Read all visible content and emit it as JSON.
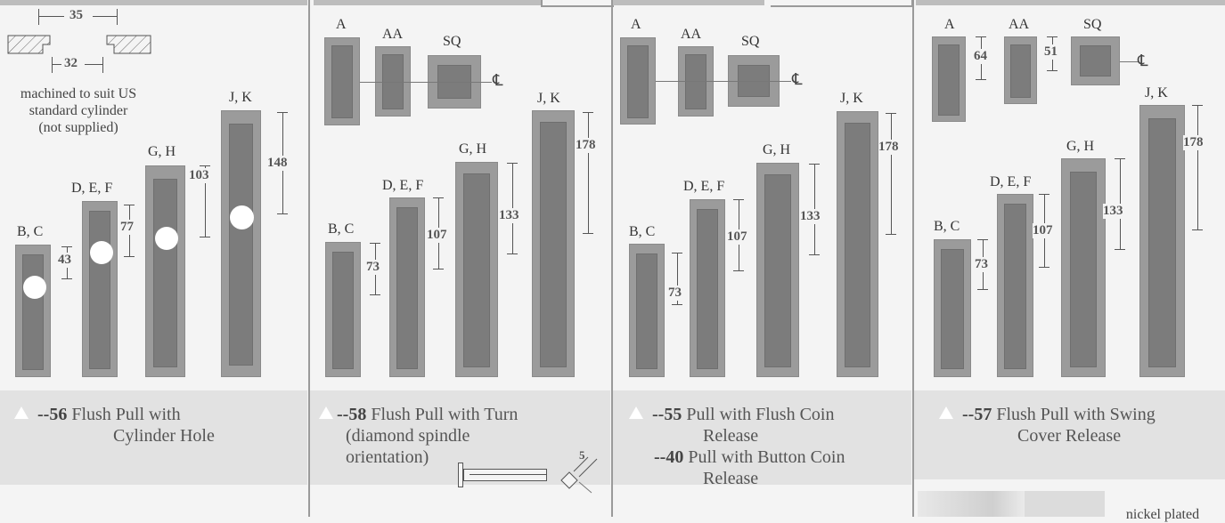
{
  "col1": {
    "dims": {
      "d35": "35",
      "d32": "32",
      "d43": "43",
      "d77": "77",
      "d103": "103",
      "d148": "148"
    },
    "note": [
      "machined to suit US",
      "standard cylinder",
      "(not supplied)"
    ],
    "labels": {
      "bc": "B, C",
      "def": "D, E, F",
      "gh": "G, H",
      "jk": "J, K"
    },
    "code": "--56",
    "title_a": "Flush Pull with",
    "title_b": "Cylinder Hole"
  },
  "col2": {
    "labels": {
      "a": "A",
      "aa": "AA",
      "sq": "SQ",
      "bc": "B, C",
      "def": "D, E, F",
      "gh": "G, H",
      "jk": "J, K"
    },
    "dims": {
      "d73": "73",
      "d107": "107",
      "d133": "133",
      "d178": "178",
      "d5": "5"
    },
    "code": "--58",
    "title_a": "Flush Pull with Turn",
    "title_b": "(diamond spindle",
    "title_c": "orientation)"
  },
  "col3": {
    "labels": {
      "a": "A",
      "aa": "AA",
      "sq": "SQ",
      "bc": "B, C",
      "def": "D, E, F",
      "gh": "G, H",
      "jk": "J, K"
    },
    "dims": {
      "d73": "73",
      "d107": "107",
      "d133": "133",
      "d178": "178"
    },
    "code1": "--55",
    "title1_a": "Pull with Flush Coin",
    "title1_b": "Release",
    "code2": "--40",
    "title2_a": "Pull with Button Coin",
    "title2_b": "Release"
  },
  "col4": {
    "labels": {
      "a": "A",
      "aa": "AA",
      "sq": "SQ",
      "bc": "B, C",
      "def": "D, E, F",
      "gh": "G, H",
      "jk": "J, K"
    },
    "dims": {
      "d64": "64",
      "d51": "51",
      "d73": "73",
      "d107": "107",
      "d133": "133",
      "d178": "178"
    },
    "code": "--57",
    "title_a": "Flush Pull with Swing",
    "title_b": "Cover Release",
    "finish": "nickel plated"
  },
  "centerline": "℄"
}
